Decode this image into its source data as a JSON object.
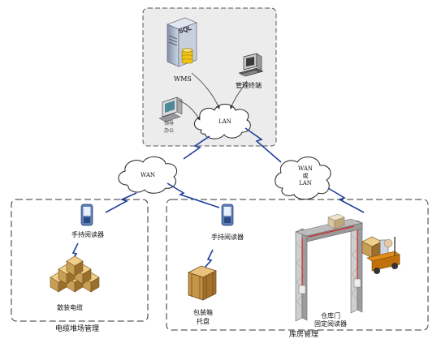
{
  "colors": {
    "lightning": "#1f3f9a",
    "panel_top": "#ececec",
    "dash": "#555555",
    "arrow": "#333333",
    "box_brown": "#c8a055",
    "box_dark": "#9a6e2d",
    "gate_gray": "#b9b9b9",
    "gate_red": "#d22222",
    "phone_blue": "#5d7fb9"
  },
  "icons": {
    "server": "sql-server-icon",
    "terminal": "computer-terminal-icon",
    "office": "workstation-icon",
    "handheld": "handheld-reader-icon",
    "boxes": "box-pile-icon",
    "crate": "wooden-crate-icon",
    "gate": "rfid-gate-icon",
    "forklift": "forklift-icon"
  },
  "top_panel": {
    "server_label": "WMS",
    "server_badge": "SQL",
    "terminal_label": "管理终端",
    "office_label_line1": "领导",
    "office_label_line2": "办公",
    "lan_label": "LAN"
  },
  "clouds": {
    "wan_left": "WAN",
    "wan_right_line1": "WAN",
    "wan_right_line2": "或",
    "wan_right_line3": "LAN"
  },
  "cable_yard": {
    "panel_label": "电缆堆场管理",
    "reader_label": "手持阅读器",
    "items_label": "散装电缆"
  },
  "warehouse": {
    "panel_label": "库房管理",
    "reader_label": "手持阅读器",
    "crate_label_line1": "包装箱",
    "crate_label_line2": "托盘",
    "gate_label_line1": "仓库门",
    "gate_label_line2": "固定阅读器"
  }
}
